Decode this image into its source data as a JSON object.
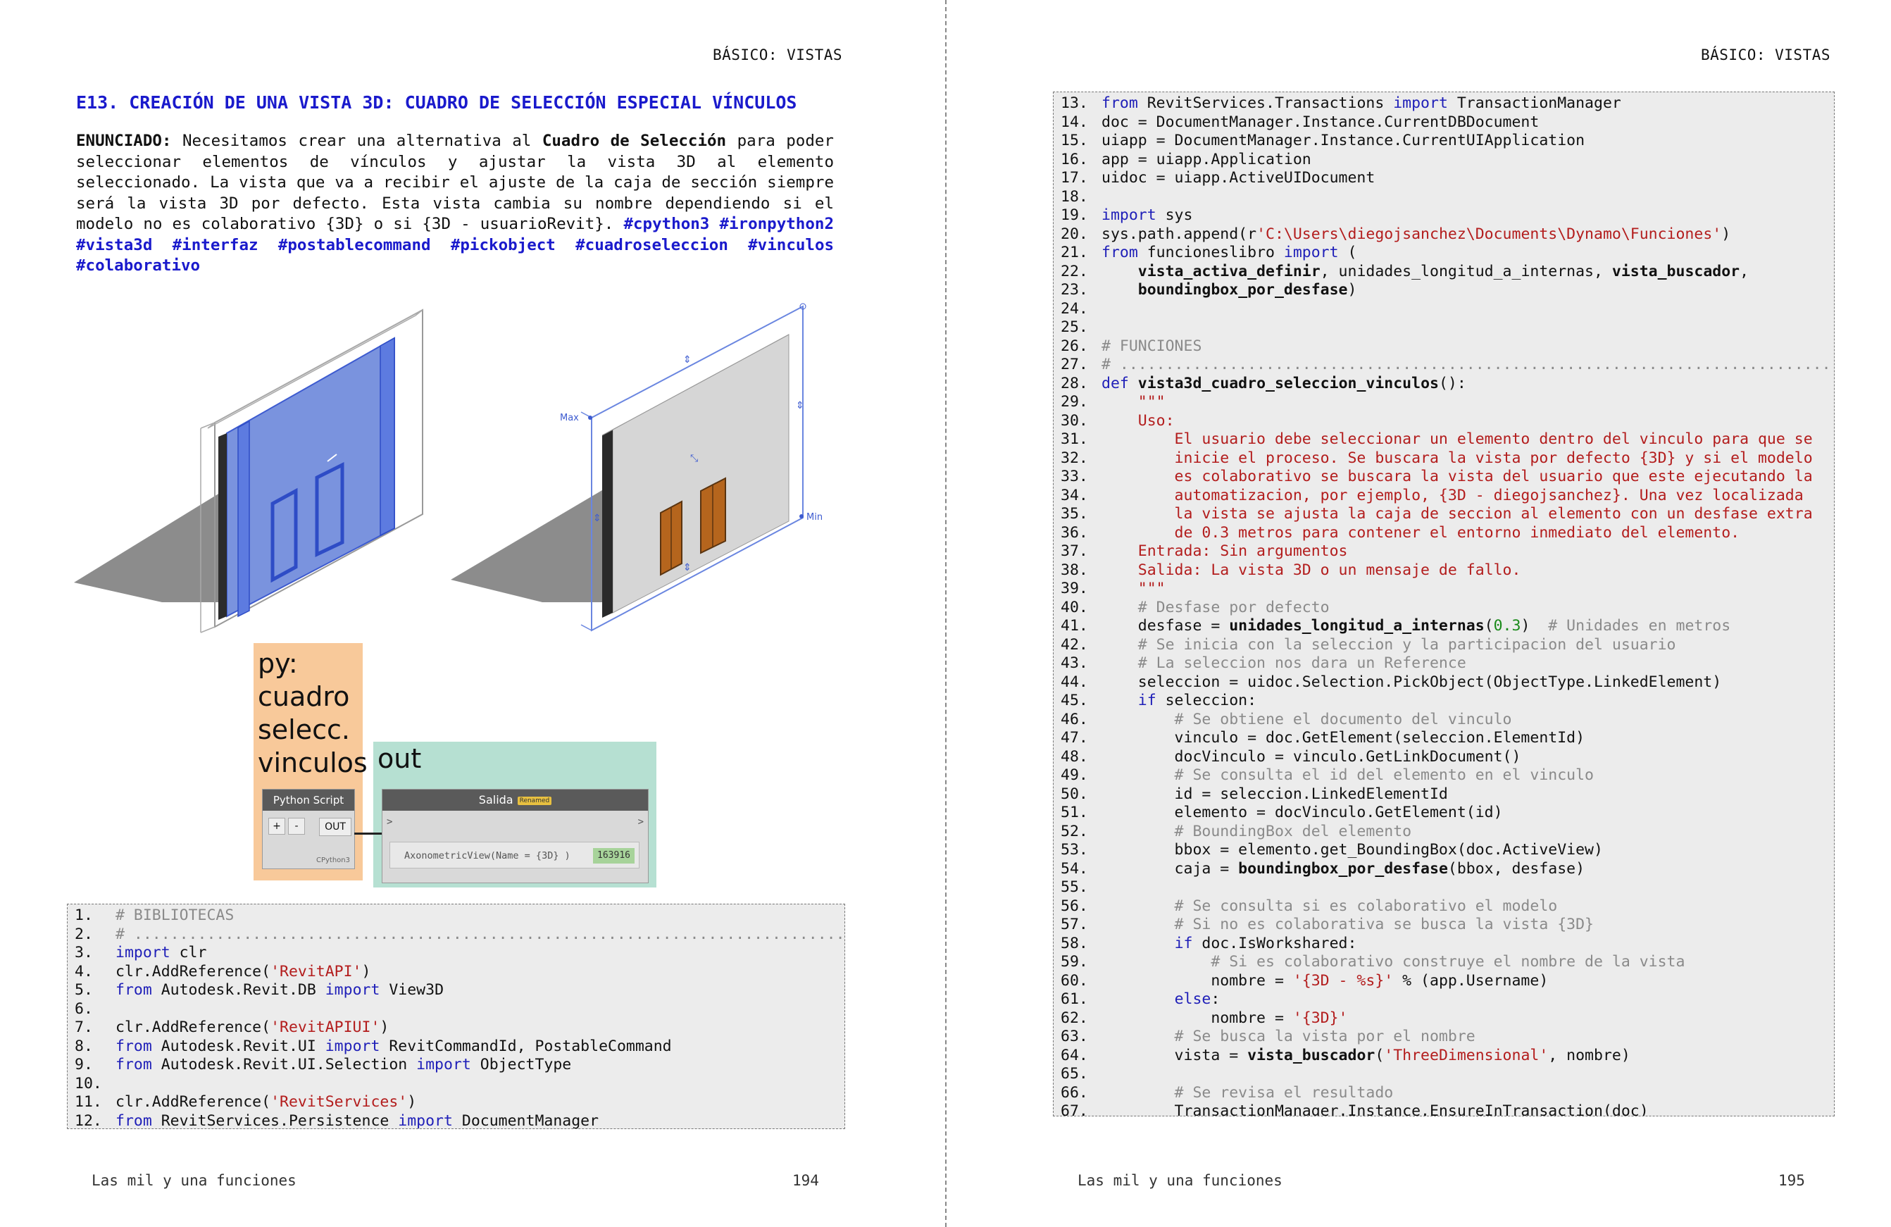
{
  "left_page": {
    "header": "BÁSICO: VISTAS",
    "title": "E13. CREACIÓN DE UNA VISTA 3D: CUADRO DE SELECCIÓN ESPECIAL VÍNCULOS",
    "enunciado": {
      "label": "ENUNCIADO:",
      "text1": " Necesitamos crear una alternativa al ",
      "bold1": "Cuadro de Selección",
      "text2": " para poder seleccionar elementos de vínculos y ajustar la vista 3D al elemento seleccionado. La vista que va a recibir el ajuste de la caja de sección siempre será la vista 3D por defecto. Esta vista cambia su nombre dependiendo si el modelo no es colaborativo {3D} o si {3D - usuarioRevit}. ",
      "tags": [
        "#cpython3",
        "#ironpython2",
        "#vista3d",
        "#interfaz",
        "#postablecommand",
        "#pickobject",
        "#cuadroseleccion",
        "#vinculos",
        "#colaborativo"
      ]
    },
    "figure": {
      "label_max": "Max",
      "label_min": "Min"
    },
    "dynamo": {
      "py_group_label": "py:\ncuadro\nselecc.\nvinculos",
      "out_group_label": "out",
      "python_node": {
        "title": "Python Script",
        "plus": "+",
        "minus": "-",
        "port": "OUT",
        "engine": "CPython3"
      },
      "output_node": {
        "title": "Salida",
        "badge": "Renamed",
        "in_port": ">",
        "out_port": ">",
        "value": "AxonometricView(Name = {3D} )",
        "id": "163916"
      }
    },
    "code": [
      [
        [
          "com",
          "# BIBLIOTECAS"
        ]
      ],
      [
        [
          "com",
          "# ..............................................................................."
        ]
      ],
      [
        [
          "kw",
          "import"
        ],
        [
          "",
          " clr"
        ]
      ],
      [
        [
          "",
          "clr.AddReference("
        ],
        [
          "str",
          "'RevitAPI'"
        ],
        [
          "",
          ")"
        ]
      ],
      [
        [
          "kw",
          "from"
        ],
        [
          "",
          " Autodesk.Revit.DB "
        ],
        [
          "kw",
          "import"
        ],
        [
          "",
          " View3D"
        ]
      ],
      [],
      [
        [
          "",
          "clr.AddReference("
        ],
        [
          "str",
          "'RevitAPIUI'"
        ],
        [
          "",
          ")"
        ]
      ],
      [
        [
          "kw",
          "from"
        ],
        [
          "",
          " Autodesk.Revit.UI "
        ],
        [
          "kw",
          "import"
        ],
        [
          "",
          " RevitCommandId, PostableCommand"
        ]
      ],
      [
        [
          "kw",
          "from"
        ],
        [
          "",
          " Autodesk.Revit.UI.Selection "
        ],
        [
          "kw",
          "import"
        ],
        [
          "",
          " ObjectType"
        ]
      ],
      [],
      [
        [
          "",
          "clr.AddReference("
        ],
        [
          "str",
          "'RevitServices'"
        ],
        [
          "",
          ")"
        ]
      ],
      [
        [
          "kw",
          "from"
        ],
        [
          "",
          " RevitServices.Persistence "
        ],
        [
          "kw",
          "import"
        ],
        [
          "",
          " DocumentManager"
        ]
      ]
    ],
    "footer_book": "Las mil y una funciones",
    "footer_page": "194"
  },
  "right_page": {
    "header": "BÁSICO: VISTAS",
    "code_start": 13,
    "code": [
      [
        [
          "kw",
          "from"
        ],
        [
          "",
          " RevitServices.Transactions "
        ],
        [
          "kw",
          "import"
        ],
        [
          "",
          " TransactionManager"
        ]
      ],
      [
        [
          "",
          "doc = DocumentManager.Instance.CurrentDBDocument"
        ]
      ],
      [
        [
          "",
          "uiapp = DocumentManager.Instance.CurrentUIApplication"
        ]
      ],
      [
        [
          "",
          "app = uiapp.Application"
        ]
      ],
      [
        [
          "",
          "uidoc = uiapp.ActiveUIDocument"
        ]
      ],
      [],
      [
        [
          "kw",
          "import"
        ],
        [
          "",
          " sys"
        ]
      ],
      [
        [
          "",
          "sys.path.append(r"
        ],
        [
          "str",
          "'C:\\Users\\diegojsanchez\\Documents\\Dynamo\\Funciones'"
        ],
        [
          "",
          ")"
        ]
      ],
      [
        [
          "kw",
          "from"
        ],
        [
          "",
          " funcioneslibro "
        ],
        [
          "kw",
          "import"
        ],
        [
          "",
          " ("
        ]
      ],
      [
        [
          "",
          "    "
        ],
        [
          "bold",
          "vista_activa_definir"
        ],
        [
          "",
          ", unidades_longitud_a_internas, "
        ],
        [
          "bold",
          "vista_buscador"
        ],
        [
          "",
          ","
        ]
      ],
      [
        [
          "",
          "    "
        ],
        [
          "bold",
          "boundingbox_por_desfase"
        ],
        [
          "",
          ")"
        ]
      ],
      [],
      [],
      [
        [
          "com",
          "# FUNCIONES"
        ]
      ],
      [
        [
          "com",
          "# ..............................................................................."
        ]
      ],
      [
        [
          "kw",
          "def"
        ],
        [
          "",
          " "
        ],
        [
          "bold",
          "vista3d_cuadro_seleccion_vinculos"
        ],
        [
          "",
          "():"
        ]
      ],
      [
        [
          "str",
          "    \"\"\""
        ]
      ],
      [
        [
          "str",
          "    Uso:"
        ]
      ],
      [
        [
          "str",
          "        El usuario debe seleccionar un elemento dentro del vinculo para que se"
        ]
      ],
      [
        [
          "str",
          "        inicie el proceso. Se buscara la vista por defecto {3D} y si el modelo"
        ]
      ],
      [
        [
          "str",
          "        es colaborativo se buscara la vista del usuario que este ejecutando la"
        ]
      ],
      [
        [
          "str",
          "        automatizacion, por ejemplo, {3D - diegojsanchez}. Una vez localizada"
        ]
      ],
      [
        [
          "str",
          "        la vista se ajusta la caja de seccion al elemento con un desfase extra"
        ]
      ],
      [
        [
          "str",
          "        de 0.3 metros para contener el entorno inmediato del elemento."
        ]
      ],
      [
        [
          "str",
          "    Entrada: Sin argumentos"
        ]
      ],
      [
        [
          "str",
          "    Salida: La vista 3D o un mensaje de fallo."
        ]
      ],
      [
        [
          "str",
          "    \"\"\""
        ]
      ],
      [
        [
          "com",
          "    # Desfase por defecto"
        ]
      ],
      [
        [
          "",
          "    desfase = "
        ],
        [
          "bold",
          "unidades_longitud_a_internas"
        ],
        [
          "",
          "("
        ],
        [
          "num-lit",
          "0.3"
        ],
        [
          "",
          ")  "
        ],
        [
          "com",
          "# Unidades en metros"
        ]
      ],
      [
        [
          "com",
          "    # Se inicia con la seleccion y la participacion del usuario"
        ]
      ],
      [
        [
          "com",
          "    # La seleccion nos dara un Reference"
        ]
      ],
      [
        [
          "",
          "    seleccion = uidoc.Selection.PickObject(ObjectType.LinkedElement)"
        ]
      ],
      [
        [
          "",
          "    "
        ],
        [
          "kw",
          "if"
        ],
        [
          "",
          " seleccion:"
        ]
      ],
      [
        [
          "com",
          "        # Se obtiene el documento del vinculo"
        ]
      ],
      [
        [
          "",
          "        vinculo = doc.GetElement(seleccion.ElementId)"
        ]
      ],
      [
        [
          "",
          "        docVinculo = vinculo.GetLinkDocument()"
        ]
      ],
      [
        [
          "com",
          "        # Se consulta el id del elemento en el vinculo"
        ]
      ],
      [
        [
          "",
          "        id = seleccion.LinkedElementId"
        ]
      ],
      [
        [
          "",
          "        elemento = docVinculo.GetElement(id)"
        ]
      ],
      [
        [
          "com",
          "        # BoundingBox del elemento"
        ]
      ],
      [
        [
          "",
          "        bbox = elemento.get_BoundingBox(doc.ActiveView)"
        ]
      ],
      [
        [
          "",
          "        caja = "
        ],
        [
          "bold",
          "boundingbox_por_desfase"
        ],
        [
          "",
          "(bbox, desfase)"
        ]
      ],
      [],
      [
        [
          "com",
          "        # Se consulta si es colaborativo el modelo"
        ]
      ],
      [
        [
          "com",
          "        # Si no es colaborativa se busca la vista {3D}"
        ]
      ],
      [
        [
          "",
          "        "
        ],
        [
          "kw",
          "if"
        ],
        [
          "",
          " doc.IsWorkshared:"
        ]
      ],
      [
        [
          "com",
          "            # Si es colaborativo construye el nombre de la vista"
        ]
      ],
      [
        [
          "",
          "            nombre = "
        ],
        [
          "str",
          "'{3D - %s}'"
        ],
        [
          "",
          " % (app.Username)"
        ]
      ],
      [
        [
          "",
          "        "
        ],
        [
          "kw",
          "else"
        ],
        [
          "",
          ":"
        ]
      ],
      [
        [
          "",
          "            nombre = "
        ],
        [
          "str",
          "'{3D}'"
        ]
      ],
      [
        [
          "com",
          "        # Se busca la vista por el nombre"
        ]
      ],
      [
        [
          "",
          "        vista = "
        ],
        [
          "bold",
          "vista_buscador"
        ],
        [
          "",
          "("
        ],
        [
          "str",
          "'ThreeDimensional'"
        ],
        [
          "",
          ", nombre)"
        ]
      ],
      [],
      [
        [
          "com",
          "        # Se revisa el resultado"
        ]
      ],
      [
        [
          "",
          "        TransactionManager.Instance.EnsureInTransaction(doc)"
        ]
      ]
    ],
    "footer_book": "Las mil y una funciones",
    "footer_page": "195"
  }
}
